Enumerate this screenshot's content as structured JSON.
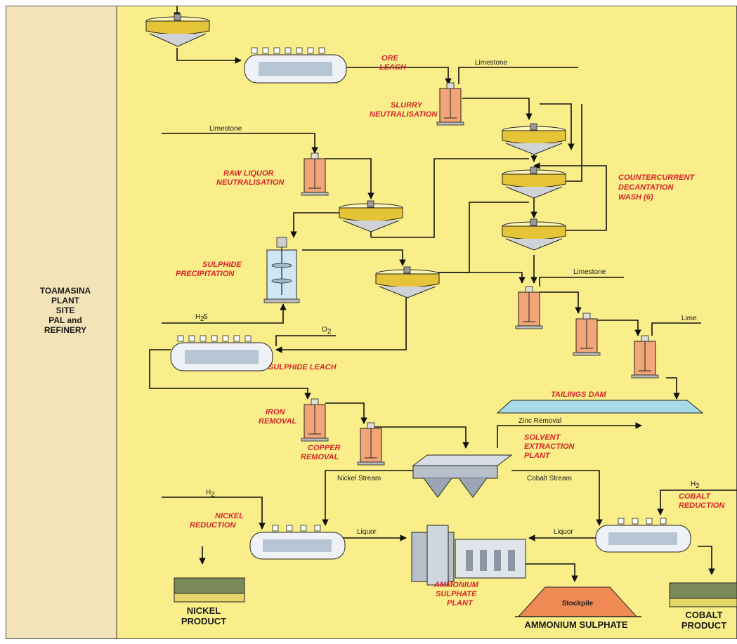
{
  "site_label": [
    "TOAMASINA",
    "PLANT",
    "SITE",
    "PAL and",
    "REFINERY"
  ],
  "process_labels": {
    "ore_leach": [
      "ORE",
      "LEACH"
    ],
    "slurry_neutralisation": [
      "SLURRY",
      "NEUTRALISATION"
    ],
    "raw_liquor_neutralisation": [
      "RAW LIQUOR",
      "NEUTRALISATION"
    ],
    "ccd": [
      "COUNTERCURRENT",
      "DECANTATION",
      "WASH (6)"
    ],
    "sulphide_precipitation": [
      "SULPHIDE",
      "PRECIPITATION"
    ],
    "sulphide_leach": "SULPHIDE LEACH",
    "tailings_dam": "TAILINGS DAM",
    "iron_removal": [
      "IRON",
      "REMOVAL"
    ],
    "copper_removal": [
      "COPPER",
      "REMOVAL"
    ],
    "solvent_extraction": [
      "SOLVENT",
      "EXTRACTION",
      "PLANT"
    ],
    "nickel_reduction": [
      "NICKEL",
      "REDUCTION"
    ],
    "cobalt_reduction": [
      "COBALT",
      "REDUCTION"
    ],
    "ammonium_sulphate_plant": [
      "AMMONIUM",
      "SULPHATE",
      "PLANT"
    ]
  },
  "stream_labels": {
    "limestone": "Limestone",
    "lime": "Lime",
    "h2s": "H",
    "h2s_sub": "2",
    "h2s_tail": "S",
    "o2": "O",
    "o2_sub": "2",
    "h2": "H",
    "h2_sub": "2",
    "zinc_removal": "Zinc Removal",
    "nickel_stream": "Nickel Stream",
    "cobalt_stream": "Cobalt Stream",
    "liquor": "Liquor",
    "stockpile": "Stockpile"
  },
  "products": {
    "nickel": [
      "NICKEL",
      "PRODUCT"
    ],
    "cobalt": [
      "COBALT",
      "PRODUCT"
    ],
    "ammonium_sulphate": "AMMONIUM SULPHATE"
  },
  "colors": {
    "background": "#f9ee8a",
    "site_panel": "#f3e3b8",
    "label_red": "#d8232a",
    "tank_orange": "#f2a577",
    "thickener_yellow": "#e6c437"
  }
}
